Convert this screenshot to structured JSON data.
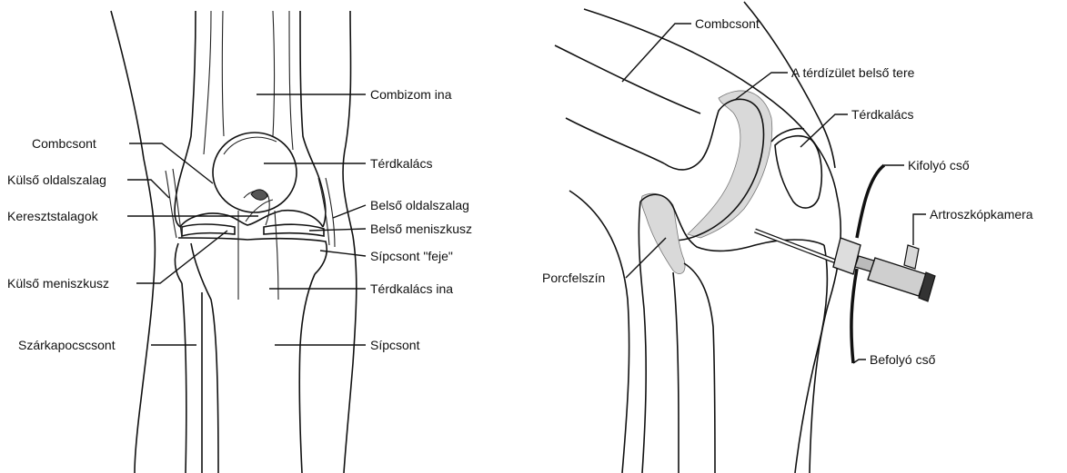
{
  "left_diagram": {
    "labels": {
      "combizom_ina": "Combizom ina",
      "combcsont": "Combcsont",
      "terdkalacs": "Térdkalács",
      "kulso_oldalszalag": "Külső oldalszalag",
      "belso_oldalszalag": "Belső oldalszalag",
      "keresztszalagok": "Keresztstalagok",
      "belso_meniszkusz": "Belső meniszkusz",
      "sipcsont_feje": "Sípcsont \"feje\"",
      "kulso_meniszkusz": "Külső meniszkusz",
      "terdkalacs_ina": "Térdkalács ina",
      "szarkapocscsont": "Szárkapocscsont",
      "sipcsont": "Sípcsont"
    }
  },
  "right_diagram": {
    "labels": {
      "combcsont": "Combcsont",
      "terdizulet_belso_tere": "A térdízület belső tere",
      "terdkalacs": "Térdkalács",
      "kifolyo_cso": "Kifolyó cső",
      "artroszkopkamera": "Artroszkópkamera",
      "porcfelszin": "Porcfelszín",
      "befolyo_cso": "Befolyó cső"
    }
  }
}
